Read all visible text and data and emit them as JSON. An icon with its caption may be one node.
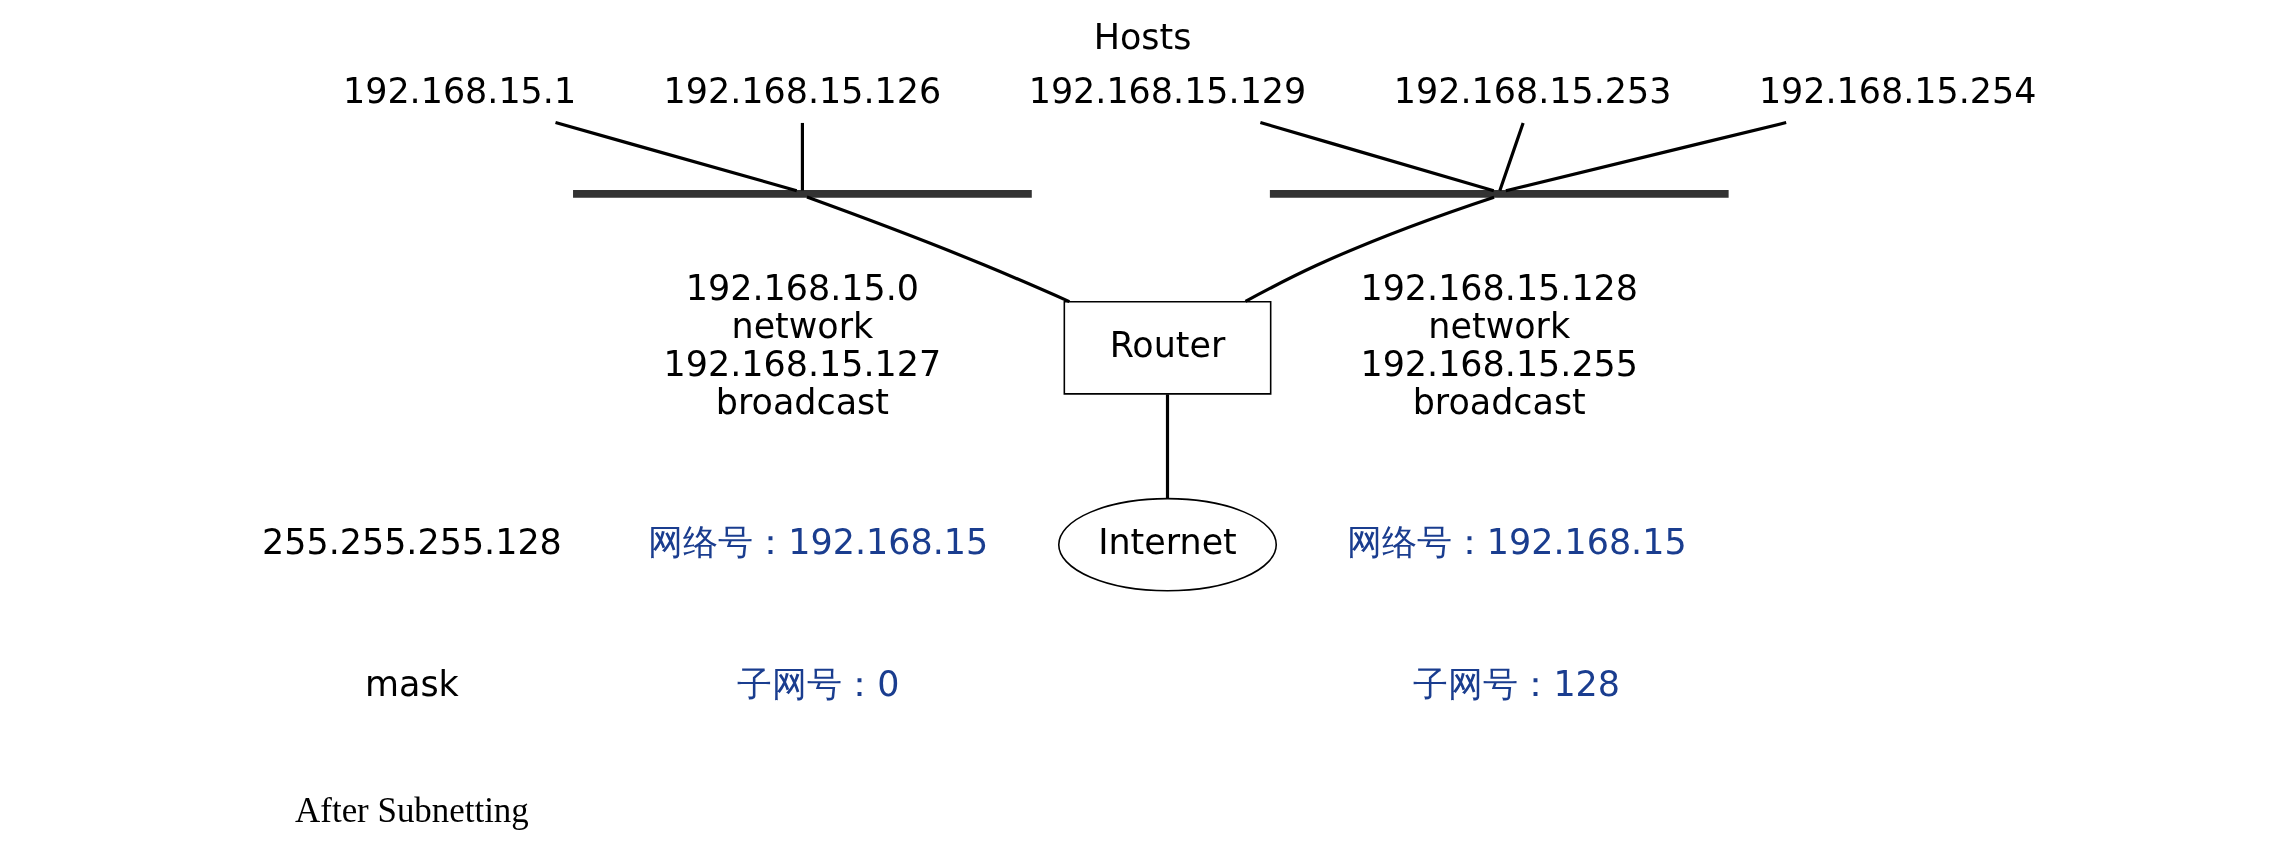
{
  "diagram": {
    "title": "Hosts",
    "caption": "After Subnetting",
    "nodes": [
      {
        "text": [
          "192.168.15.1"
        ]
      },
      {
        "text": [
          "192.168.15.126"
        ]
      },
      {
        "text": [
          "192.168.15.129"
        ]
      },
      {
        "text": [
          "192.168.15.253"
        ]
      },
      {
        "text": [
          "192.168.15.254"
        ]
      },
      {
        "text": [],
        "shape": "bar",
        "beside": [
          "192.168.15.0",
          "network",
          "192.168.15.127",
          "broadcast"
        ]
      },
      {
        "text": [],
        "shape": "bar",
        "beside": [
          "192.168.15.128",
          "network",
          "192.168.15.255",
          "broadcast"
        ]
      },
      {
        "text": [
          "Router"
        ]
      },
      {
        "text": [
          "Internet"
        ]
      }
    ],
    "edges": [
      {
        "from": 0,
        "to": 5,
        "arrow": "none"
      },
      {
        "from": 1,
        "to": 5,
        "arrow": "none"
      },
      {
        "from": 2,
        "to": 6,
        "arrow": "none"
      },
      {
        "from": 3,
        "to": 6,
        "arrow": "none"
      },
      {
        "from": 4,
        "to": 6,
        "arrow": "none"
      },
      {
        "from": 5,
        "to": 7,
        "arrow": "none"
      },
      {
        "from": 6,
        "to": 7,
        "arrow": "none"
      },
      {
        "from": 7,
        "to": 8,
        "arrow": "none"
      }
    ],
    "labels": [
      "网络号：192.168.15",
      "子网号：0",
      "255.255.255.128",
      "mask",
      "网络号：192.168.15",
      "子网号：128"
    ]
  }
}
